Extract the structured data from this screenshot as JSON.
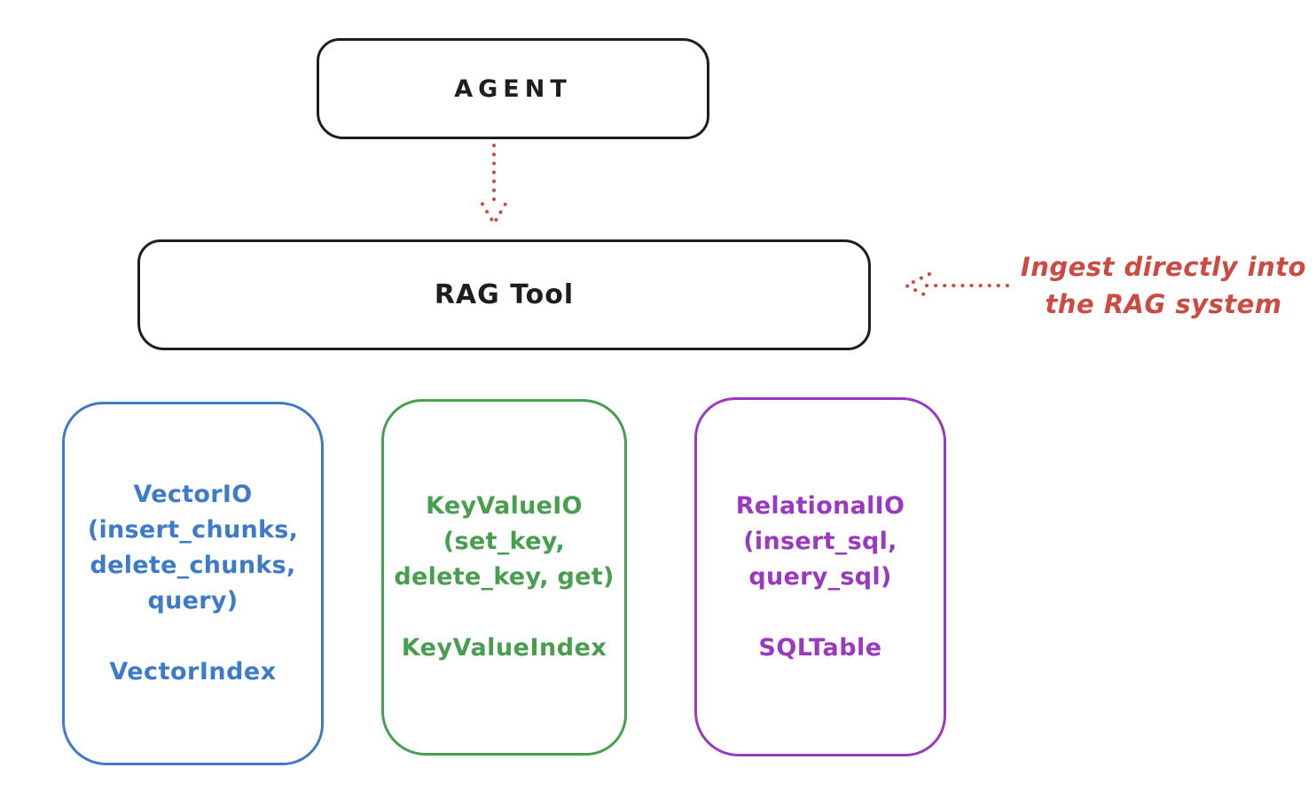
{
  "colors": {
    "ink": "#1e1e1e",
    "red": "#cd4a42",
    "blue": "#3d7bc8",
    "green": "#479e4f",
    "purple": "#9a38c0",
    "background": "#ffffff"
  },
  "agent": {
    "label": "AGENT"
  },
  "rag_tool": {
    "label": "RAG Tool"
  },
  "annotation": {
    "text": "Ingest directly into\nthe RAG system"
  },
  "stores": [
    {
      "name": "vector-io",
      "color": "#3d7bc8",
      "io_text": "VectorIO\n(insert_chunks,\ndelete_chunks,\nquery)",
      "index_label": "VectorIndex"
    },
    {
      "name": "keyvalue-io",
      "color": "#479e4f",
      "io_text": "KeyValueIO\n(set_key,\ndelete_key, get)",
      "index_label": "KeyValueIndex"
    },
    {
      "name": "relational-io",
      "color": "#9a38c0",
      "io_text": "RelationalIO\n(insert_sql,\nquery_sql)",
      "index_label": "SQLTable"
    }
  ]
}
